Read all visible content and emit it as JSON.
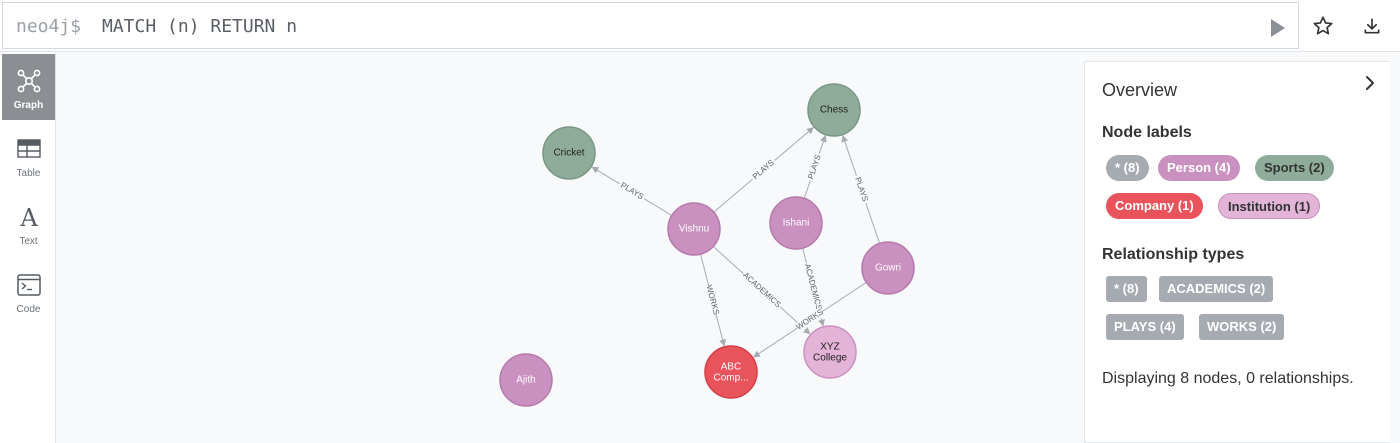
{
  "query": {
    "prompt": "neo4j$",
    "text": "MATCH (n) RETURN n"
  },
  "toolbar": {
    "icons": [
      "play-icon",
      "star-icon",
      "download-icon"
    ]
  },
  "rail": {
    "items": [
      {
        "label": "Graph",
        "icon": "graph-icon",
        "active": true
      },
      {
        "label": "Table",
        "icon": "table-icon",
        "active": false
      },
      {
        "label": "Text",
        "icon": "text-icon",
        "active": false
      },
      {
        "label": "Code",
        "icon": "code-icon",
        "active": false
      }
    ]
  },
  "graph": {
    "nodes": [
      {
        "label": "Chess",
        "category": "Sports"
      },
      {
        "label": "Cricket",
        "category": "Sports"
      },
      {
        "label": "Vishnu",
        "category": "Person"
      },
      {
        "label": "Ishani",
        "category": "Person"
      },
      {
        "label": "Gowri",
        "category": "Person"
      },
      {
        "label": "XYZ",
        "label2": "College",
        "category": "Institution"
      },
      {
        "label": "ABC",
        "label2": "Comp...",
        "category": "Company"
      },
      {
        "label": "Ajith",
        "category": "Person"
      }
    ],
    "relationships": [
      {
        "type": "PLAYS",
        "from": "Vishnu",
        "to": "Cricket"
      },
      {
        "type": "PLAYS",
        "from": "Vishnu",
        "to": "Chess"
      },
      {
        "type": "PLAYS",
        "from": "Ishani",
        "to": "Chess"
      },
      {
        "type": "PLAYS",
        "from": "Gowri",
        "to": "Chess"
      },
      {
        "type": "WORKS",
        "from": "Vishnu",
        "to": "ABC Comp..."
      },
      {
        "type": "ACADEMICS",
        "from": "Vishnu",
        "to": "XYZ College"
      },
      {
        "type": "ACADEMICS",
        "from": "Ishani",
        "to": "XYZ College"
      },
      {
        "type": "WORKS",
        "from": "Gowri",
        "to": "ABC Comp..."
      }
    ],
    "colors": {
      "Person": "#c990c0",
      "Sports": "#8fac9b",
      "Company": "#e9535c",
      "Institution": "#e3b3d8",
      "edge": "#a5abb1"
    }
  },
  "overview": {
    "title": "Overview",
    "node_labels_title": "Node labels",
    "node_labels": [
      {
        "text": "* (8)",
        "bg": "#a5abb1",
        "fg": "#ffffff"
      },
      {
        "text": "Person (4)",
        "bg": "#c990c0",
        "fg": "#ffffff"
      },
      {
        "text": "Sports (2)",
        "bg": "#8fac9b",
        "fg": "#333333"
      },
      {
        "text": "Company (1)",
        "bg": "#e9535c",
        "fg": "#ffffff"
      },
      {
        "text": "Institution (1)",
        "bg": "#e3b3d8",
        "fg": "#333333"
      }
    ],
    "relationship_types_title": "Relationship types",
    "relationship_types": [
      {
        "text": "* (8)"
      },
      {
        "text": "ACADEMICS (2)"
      },
      {
        "text": "PLAYS (4)"
      },
      {
        "text": "WORKS (2)"
      }
    ],
    "summary": "Displaying 8 nodes, 0 relationships."
  }
}
